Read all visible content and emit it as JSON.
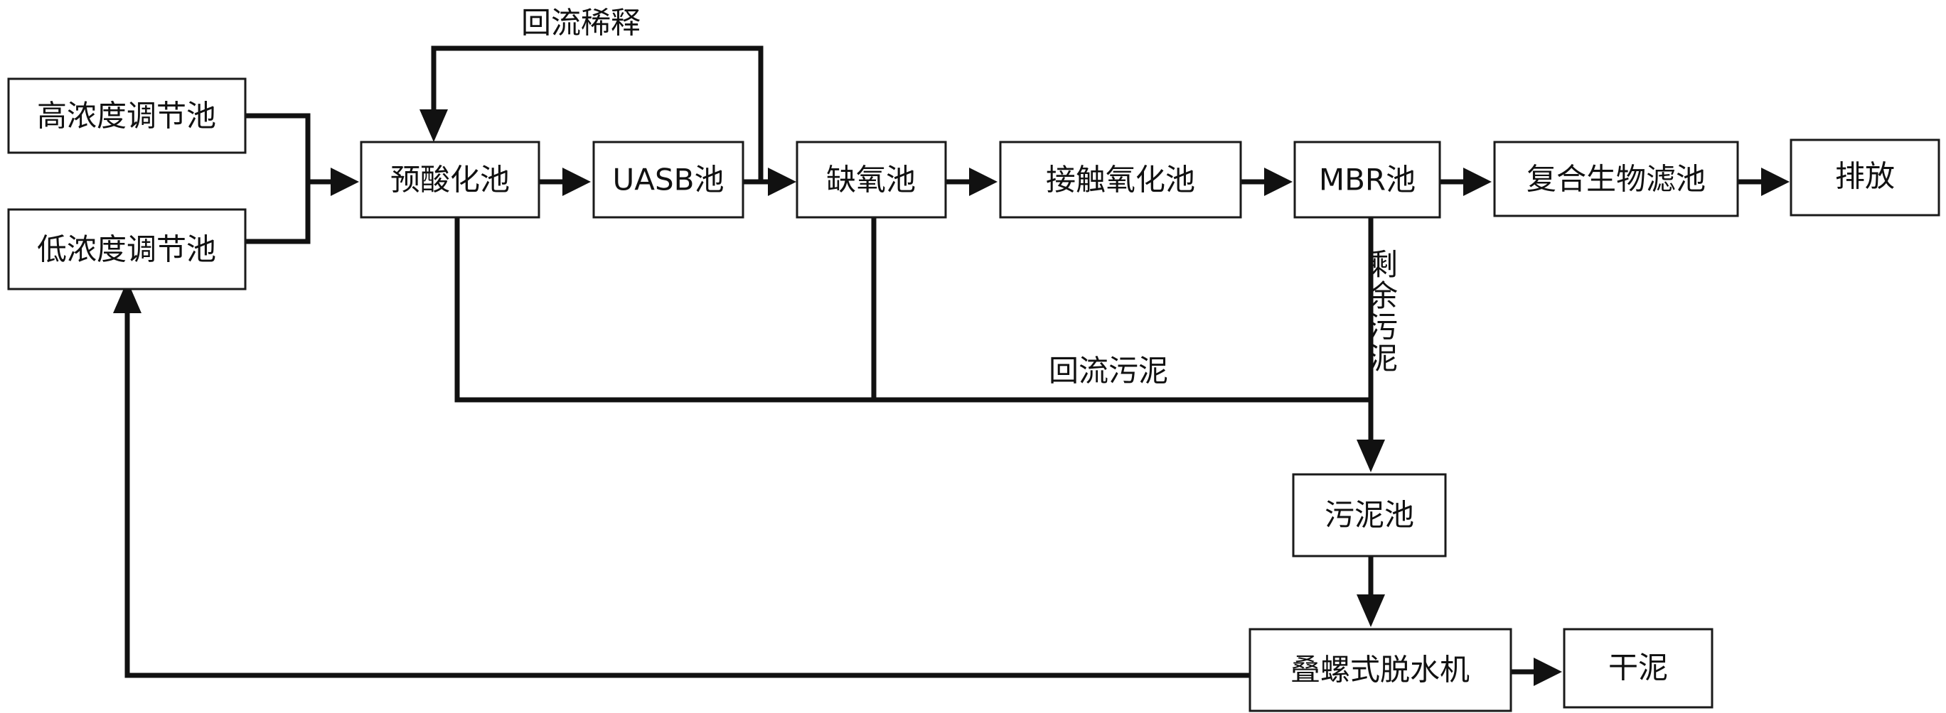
{
  "nodes": {
    "high_conc_tank": "高浓度调节池",
    "low_conc_tank": "低浓度调节池",
    "pre_acidification_tank": "预酸化池",
    "uasb_tank": "UASB池",
    "anoxic_tank": "缺氧池",
    "contact_oxidation_tank": "接触氧化池",
    "mbr_tank": "MBR池",
    "composite_biofilter": "复合生物滤池",
    "discharge": "排放",
    "sludge_tank": "污泥池",
    "screw_dewatering_machine": "叠螺式脱水机",
    "dry_sludge": "干泥"
  },
  "edge_labels": {
    "reflux_dilution": "回流稀释",
    "reflux_sludge": "回流污泥",
    "excess_sludge": "剩余污泥"
  },
  "colors": {
    "line": "#111111",
    "box_border": "#1a1a1a",
    "background": "#ffffff"
  }
}
